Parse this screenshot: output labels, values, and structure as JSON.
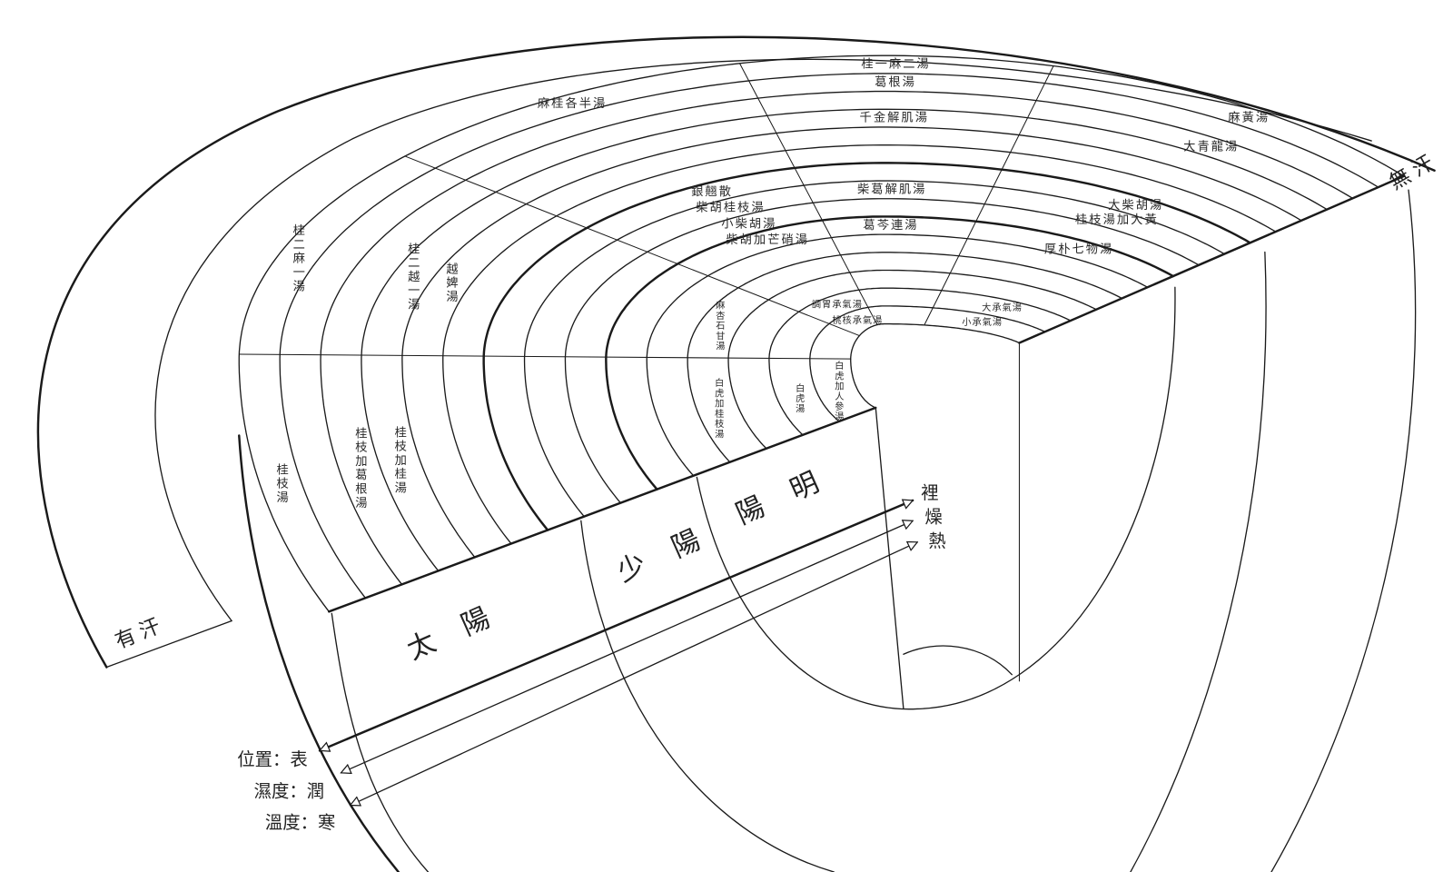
{
  "diagram": {
    "bands": {
      "taiyang": "太陽",
      "shaoyang": "少陽",
      "yangming": "陽明"
    },
    "sweat": {
      "with": "有汗",
      "without": "無汗"
    },
    "axes": [
      {
        "left": "位置：表",
        "right": "裡"
      },
      {
        "left": "濕度：潤",
        "right": "燥"
      },
      {
        "left": "溫度：寒",
        "right": "熱"
      }
    ],
    "formulas": [
      "桂枝湯",
      "桂枝加葛根湯",
      "桂枝加桂湯",
      "白虎加桂枝湯",
      "白虎湯",
      "白虎加人參湯",
      "桂二麻一湯",
      "桂二越一湯",
      "越婢湯",
      "麻杏石甘湯",
      "麻桂各半湯",
      "銀翹散",
      "柴胡桂枝湯",
      "小柴胡湯",
      "柴胡加芒硝湯",
      "調胃承氣湯",
      "桃核承氣湯",
      "桂一麻二湯",
      "葛根湯",
      "千金解肌湯",
      "柴葛解肌湯",
      "葛芩連湯",
      "麻黃湯",
      "大青龍湯",
      "大柴胡湯",
      "桂枝湯加大黃",
      "厚朴七物湯",
      "大承氣湯",
      "小承氣湯"
    ]
  }
}
